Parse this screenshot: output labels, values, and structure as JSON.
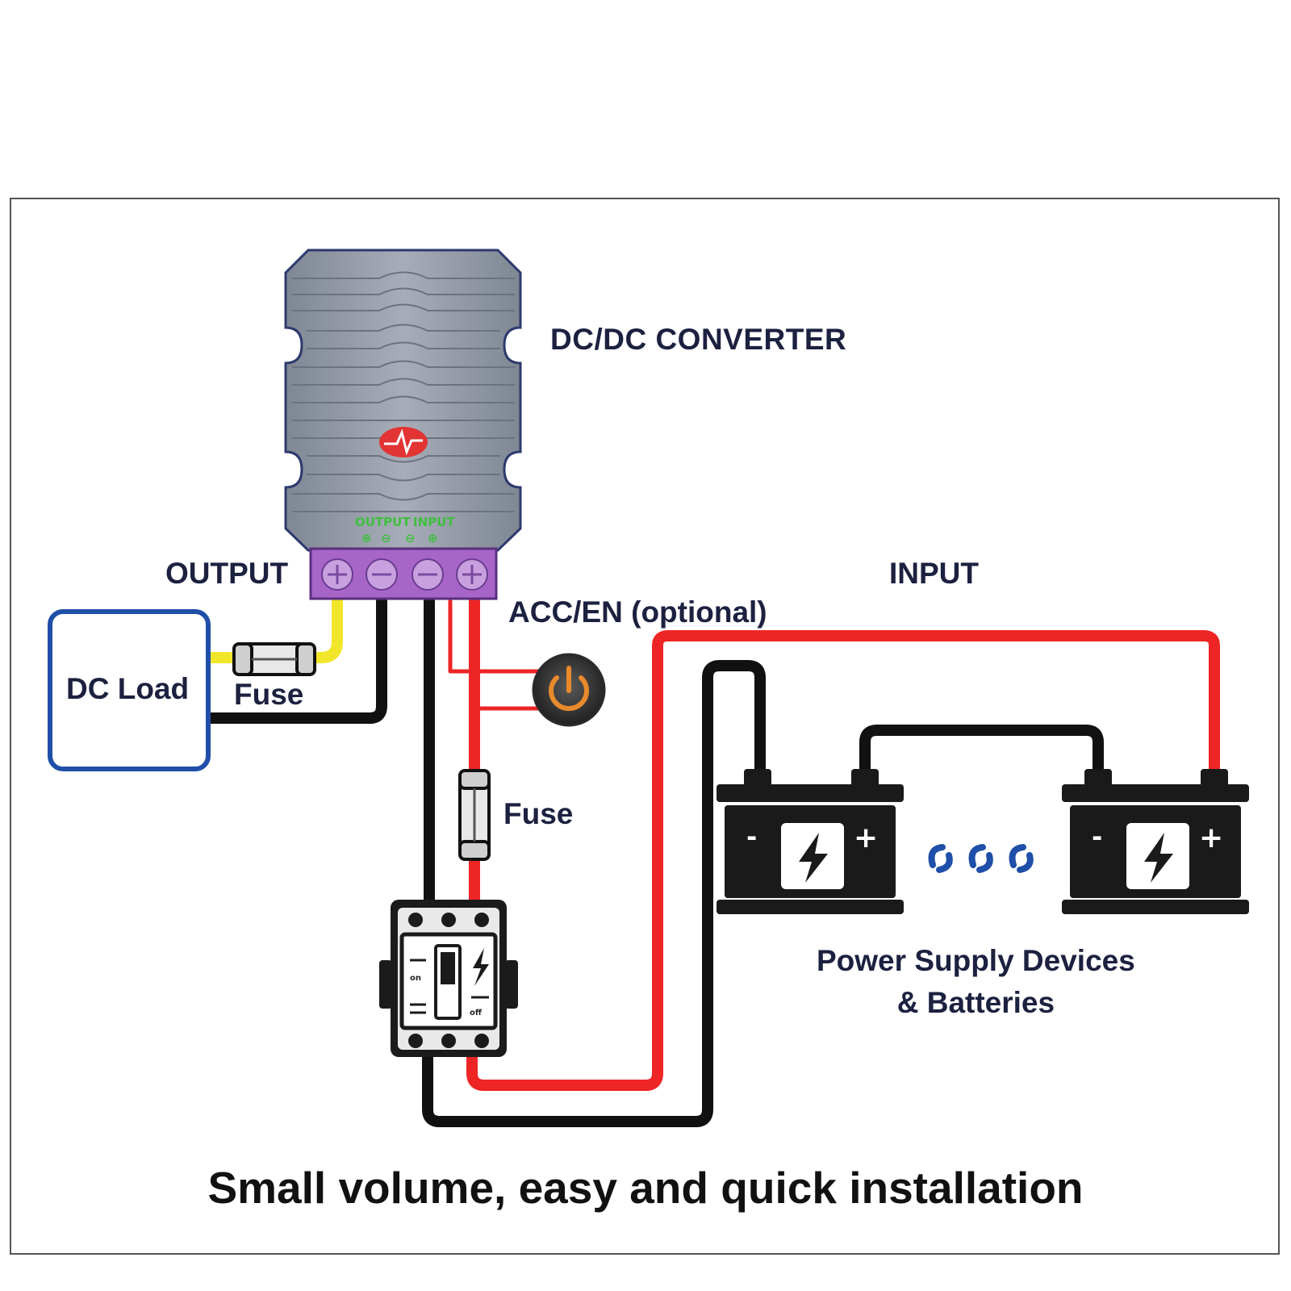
{
  "labels": {
    "converter": "DC/DC CONVERTER",
    "output": "OUTPUT",
    "input": "INPUT",
    "acc_en": "ACC/EN (optional)",
    "dc_load": "DC Load",
    "fuse_output": "Fuse",
    "fuse_input": "Fuse",
    "power_line1": "Power Supply Devices",
    "power_line2": "& Batteries",
    "caption": "Small volume, easy and quick installation"
  },
  "converter_panel": {
    "output_text": "OUTPUT",
    "input_text": "INPUT",
    "polarity_symbols": [
      "⊕",
      "⊖",
      "⊖",
      "⊕"
    ]
  },
  "breaker": {
    "on_text": "on",
    "off_text": "off"
  },
  "battery": {
    "minus": "-",
    "plus": "+"
  },
  "colors": {
    "wire_positive": "#ee2525",
    "wire_negative": "#111111",
    "wire_output_positive": "#f2e62a",
    "dc_load_border": "#1f4fa8",
    "converter_body": "#8f96a3",
    "terminal_block": "#a765c8",
    "battery_body": "#1a1a1a",
    "connector_dots": "#1f4fa8"
  }
}
